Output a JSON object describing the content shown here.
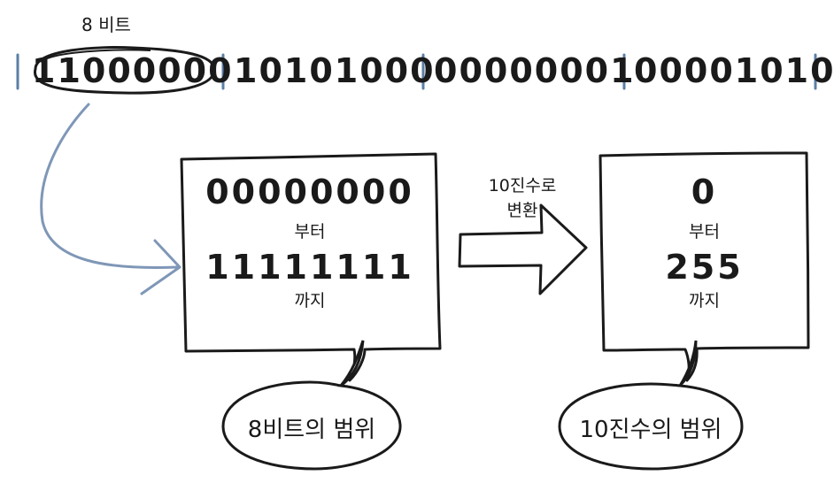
{
  "top": {
    "bits_label": "8 비트",
    "octets": [
      "11000000",
      "10101000",
      "00000001",
      "00001010"
    ]
  },
  "binary_box": {
    "from_value": "00000000",
    "from_word": "부터",
    "to_value": "11111111",
    "to_word": "까지"
  },
  "conversion": {
    "line1": "10진수로",
    "line2": "변환"
  },
  "decimal_box": {
    "from_value": "0",
    "from_word": "부터",
    "to_value": "255",
    "to_word": "까지"
  },
  "bubbles": {
    "left": "8비트의 범위",
    "right": "10진수의 범위"
  },
  "colors": {
    "ink": "#1a1a1a",
    "divider": "#5b7fa6",
    "curve_arrow": "#7f97b7"
  }
}
